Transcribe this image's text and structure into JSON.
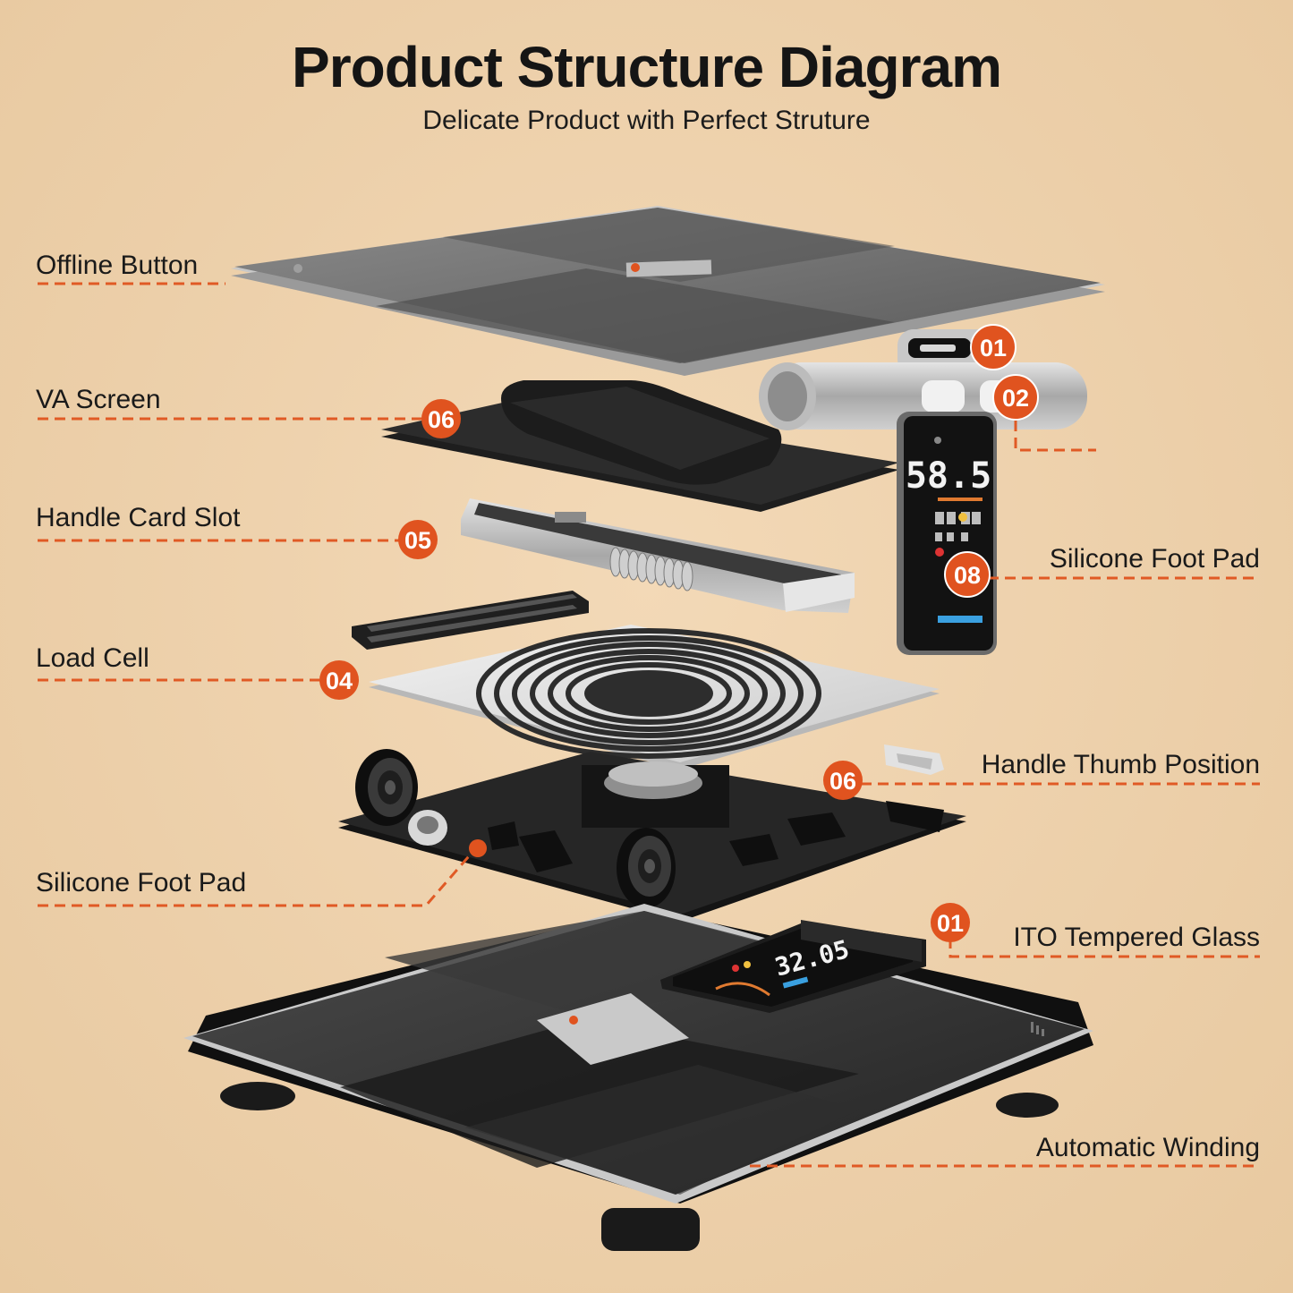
{
  "header": {
    "title": "Product Structure Diagram",
    "subtitle": "Delicate Product with Perfect Struture"
  },
  "labels_left": [
    {
      "text": "Offline Button"
    },
    {
      "text": "VA Screen",
      "badge": "06"
    },
    {
      "text": "Handle Card Slot",
      "badge": "05"
    },
    {
      "text": "Load Cell",
      "badge": "04"
    },
    {
      "text": "Silicone Foot Pad"
    }
  ],
  "labels_right": [
    {
      "text": "Silicone Foot Pad",
      "badge": "08"
    },
    {
      "text": "Handle Thumb Position",
      "badge": "06"
    },
    {
      "text": "ITO Tempered Glass",
      "badge": "01"
    },
    {
      "text": "Automatic Winding"
    }
  ],
  "handle_badges": [
    "01",
    "02"
  ],
  "lcd": {
    "handle_reading": "58.5",
    "scale_reading": "32.05"
  },
  "colors": {
    "accent": "#e0531f",
    "line": "#e05a25",
    "glass": "#6b6b6b",
    "dark": "#2a2a2a"
  }
}
